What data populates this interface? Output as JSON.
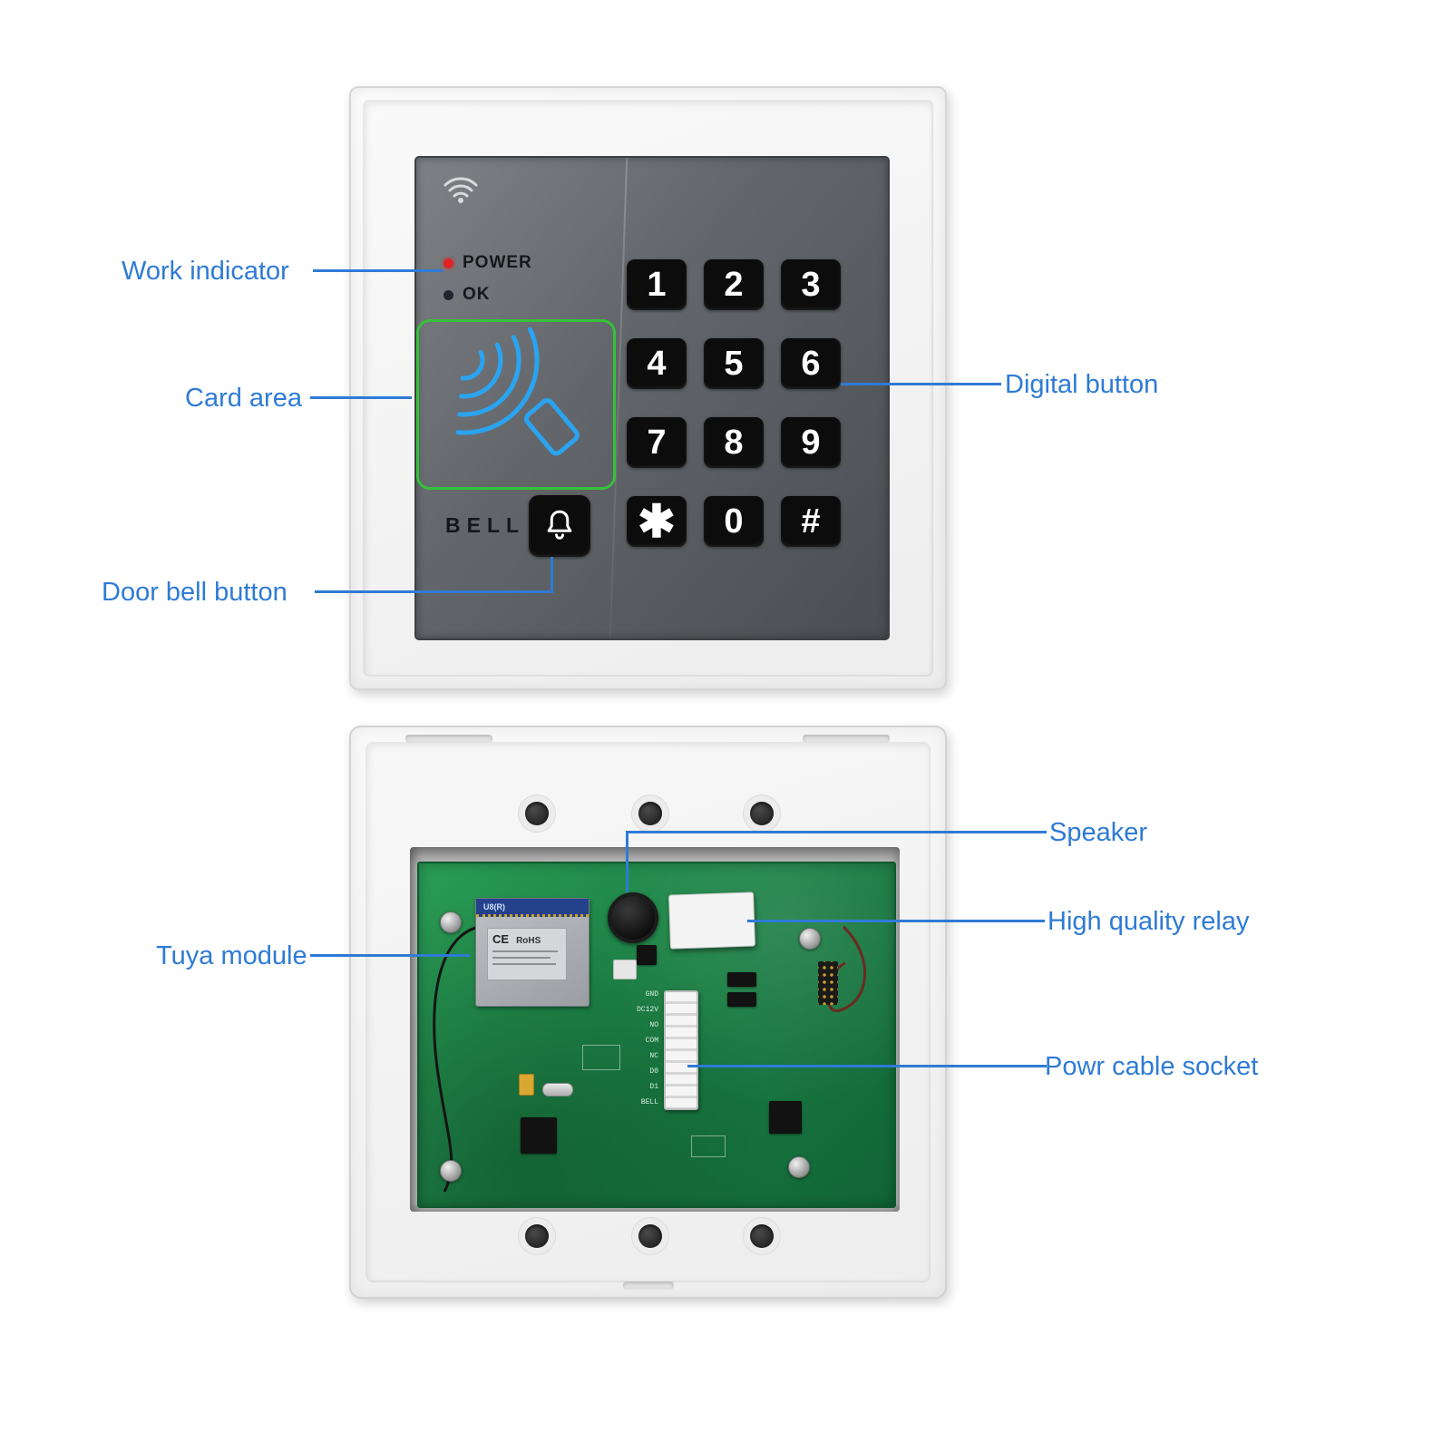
{
  "device": {
    "front": {
      "power_label": "POWER",
      "ok_label": "OK",
      "bell_label": "BELL",
      "keypad_keys": [
        "1",
        "2",
        "3",
        "4",
        "5",
        "6",
        "7",
        "8",
        "9",
        "✱",
        "0",
        "#"
      ]
    },
    "back": {
      "module_silkscreen": "U8(R)",
      "module_sticker_ce": "CE",
      "module_sticker_rohs": "RoHS",
      "pin_labels": [
        "GND",
        "DC12V",
        "NO",
        "COM",
        "NC",
        "D0",
        "D1",
        "BELL"
      ]
    }
  },
  "callouts": {
    "work_indicator": "Work indicator",
    "card_area": "Card area",
    "door_bell_button": "Door bell button",
    "digital_button": "Digital button",
    "speaker": "Speaker",
    "tuya_module": "Tuya module",
    "high_quality_relay": "High quality relay",
    "powr_cable_socket": "Powr cable socket"
  },
  "colors": {
    "callout_blue": "#2e7bd6",
    "card_area_green": "#35c13a",
    "contactless_blue": "#2aa3f0",
    "power_led_red": "#e02424",
    "pcb_green": "#1e8746"
  }
}
